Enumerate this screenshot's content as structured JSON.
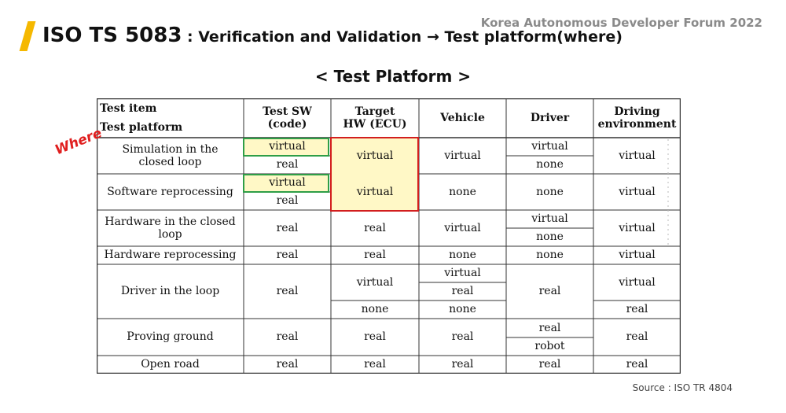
{
  "header": {
    "forum": "Korea Autonomous Developer Forum 2022",
    "title_main": "ISO TS 5083",
    "title_sub": " : Verification and Validation → Test platform(where)"
  },
  "subtitle": "< Test Platform >",
  "annotation": "Where",
  "source": "Source : ISO TR 4804",
  "colors": {
    "accent": "#f5b800",
    "highlight_red": "#d21e1e",
    "highlight_green": "#2e9e47",
    "highlight_fill": "#fff8c6"
  },
  "table": {
    "header": {
      "test_item": "Test item",
      "test_platform": "Test platform",
      "columns": [
        "Test SW (code)",
        "Target HW (ECU)",
        "Vehicle",
        "Driver",
        "Driving environment"
      ]
    },
    "rows": [
      {
        "platform": "Simulation in the closed loop",
        "sw": [
          "virtual",
          "real"
        ],
        "hw": "virtual",
        "vehicle": "virtual",
        "driver": [
          "virtual",
          "none"
        ],
        "env": "virtual"
      },
      {
        "platform": "Software reprocessing",
        "sw": [
          "virtual",
          "real"
        ],
        "hw": "virtual",
        "vehicle": "none",
        "driver": "none",
        "env": "virtual"
      },
      {
        "platform": "Hardware in the closed loop",
        "sw": "real",
        "hw": "real",
        "vehicle": "virtual",
        "driver": [
          "virtual",
          "none"
        ],
        "env": "virtual"
      },
      {
        "platform": "Hardware reprocessing",
        "sw": "real",
        "hw": "real",
        "vehicle": "none",
        "driver": "none",
        "env": "virtual"
      },
      {
        "platform": "Driver in the loop",
        "sw": "real",
        "hw": [
          "virtual",
          "none"
        ],
        "vehicle": [
          "virtual",
          "real",
          "none"
        ],
        "driver": "real",
        "env": [
          "virtual",
          "real"
        ]
      },
      {
        "platform": "Proving ground",
        "sw": "real",
        "hw": "real",
        "vehicle": "real",
        "driver": [
          "real",
          "robot"
        ],
        "env": "real"
      },
      {
        "platform": "Open road",
        "sw": "real",
        "hw": "real",
        "vehicle": "real",
        "driver": "real",
        "env": "real"
      }
    ]
  }
}
